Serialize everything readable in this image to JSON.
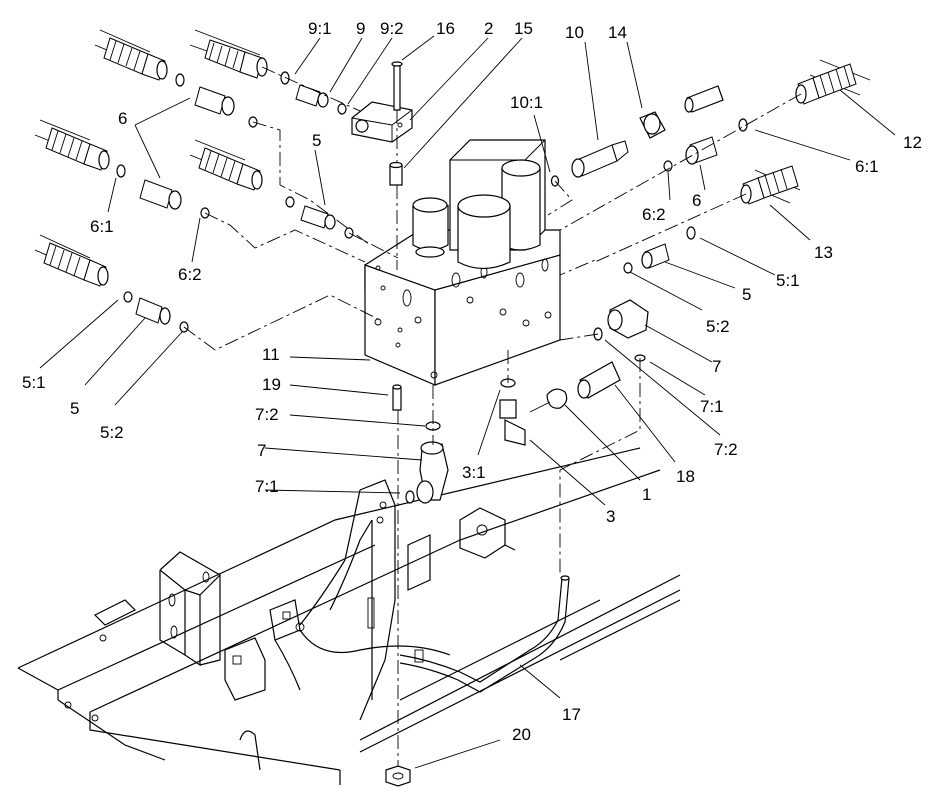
{
  "figure": {
    "background": "#ffffff",
    "ink": "#000000"
  },
  "callouts": [
    {
      "id": "c-9-1",
      "text": "9:1"
    },
    {
      "id": "c-9",
      "text": "9"
    },
    {
      "id": "c-9-2",
      "text": "9:2"
    },
    {
      "id": "c-16",
      "text": "16"
    },
    {
      "id": "c-2",
      "text": "2"
    },
    {
      "id": "c-15",
      "text": "15"
    },
    {
      "id": "c-10",
      "text": "10"
    },
    {
      "id": "c-14",
      "text": "14"
    },
    {
      "id": "c-10-1",
      "text": "10:1"
    },
    {
      "id": "c-6-top",
      "text": "6"
    },
    {
      "id": "c-5-mid",
      "text": "5"
    },
    {
      "id": "c-6-1-left",
      "text": "6:1"
    },
    {
      "id": "c-6-2-left",
      "text": "6:2"
    },
    {
      "id": "c-12",
      "text": "12"
    },
    {
      "id": "c-6-1-right",
      "text": "6:1"
    },
    {
      "id": "c-6-2-right",
      "text": "6:2"
    },
    {
      "id": "c-6-right",
      "text": "6"
    },
    {
      "id": "c-13",
      "text": "13"
    },
    {
      "id": "c-5-right",
      "text": "5"
    },
    {
      "id": "c-5-1-right",
      "text": "5:1"
    },
    {
      "id": "c-5-2-right",
      "text": "5:2"
    },
    {
      "id": "c-7-right",
      "text": "7"
    },
    {
      "id": "c-7-1-right",
      "text": "7:1"
    },
    {
      "id": "c-7-2-right",
      "text": "7:2"
    },
    {
      "id": "c-11",
      "text": "11"
    },
    {
      "id": "c-19",
      "text": "19"
    },
    {
      "id": "c-7-2-left",
      "text": "7:2"
    },
    {
      "id": "c-7-left",
      "text": "7"
    },
    {
      "id": "c-7-1-left",
      "text": "7:1"
    },
    {
      "id": "c-3-1",
      "text": "3:1"
    },
    {
      "id": "c-18",
      "text": "18"
    },
    {
      "id": "c-1",
      "text": "1"
    },
    {
      "id": "c-3",
      "text": "3"
    },
    {
      "id": "c-5-1-left",
      "text": "5:1"
    },
    {
      "id": "c-5-left",
      "text": "5"
    },
    {
      "id": "c-5-2-left",
      "text": "5:2"
    },
    {
      "id": "c-17",
      "text": "17"
    },
    {
      "id": "c-20",
      "text": "20"
    }
  ]
}
